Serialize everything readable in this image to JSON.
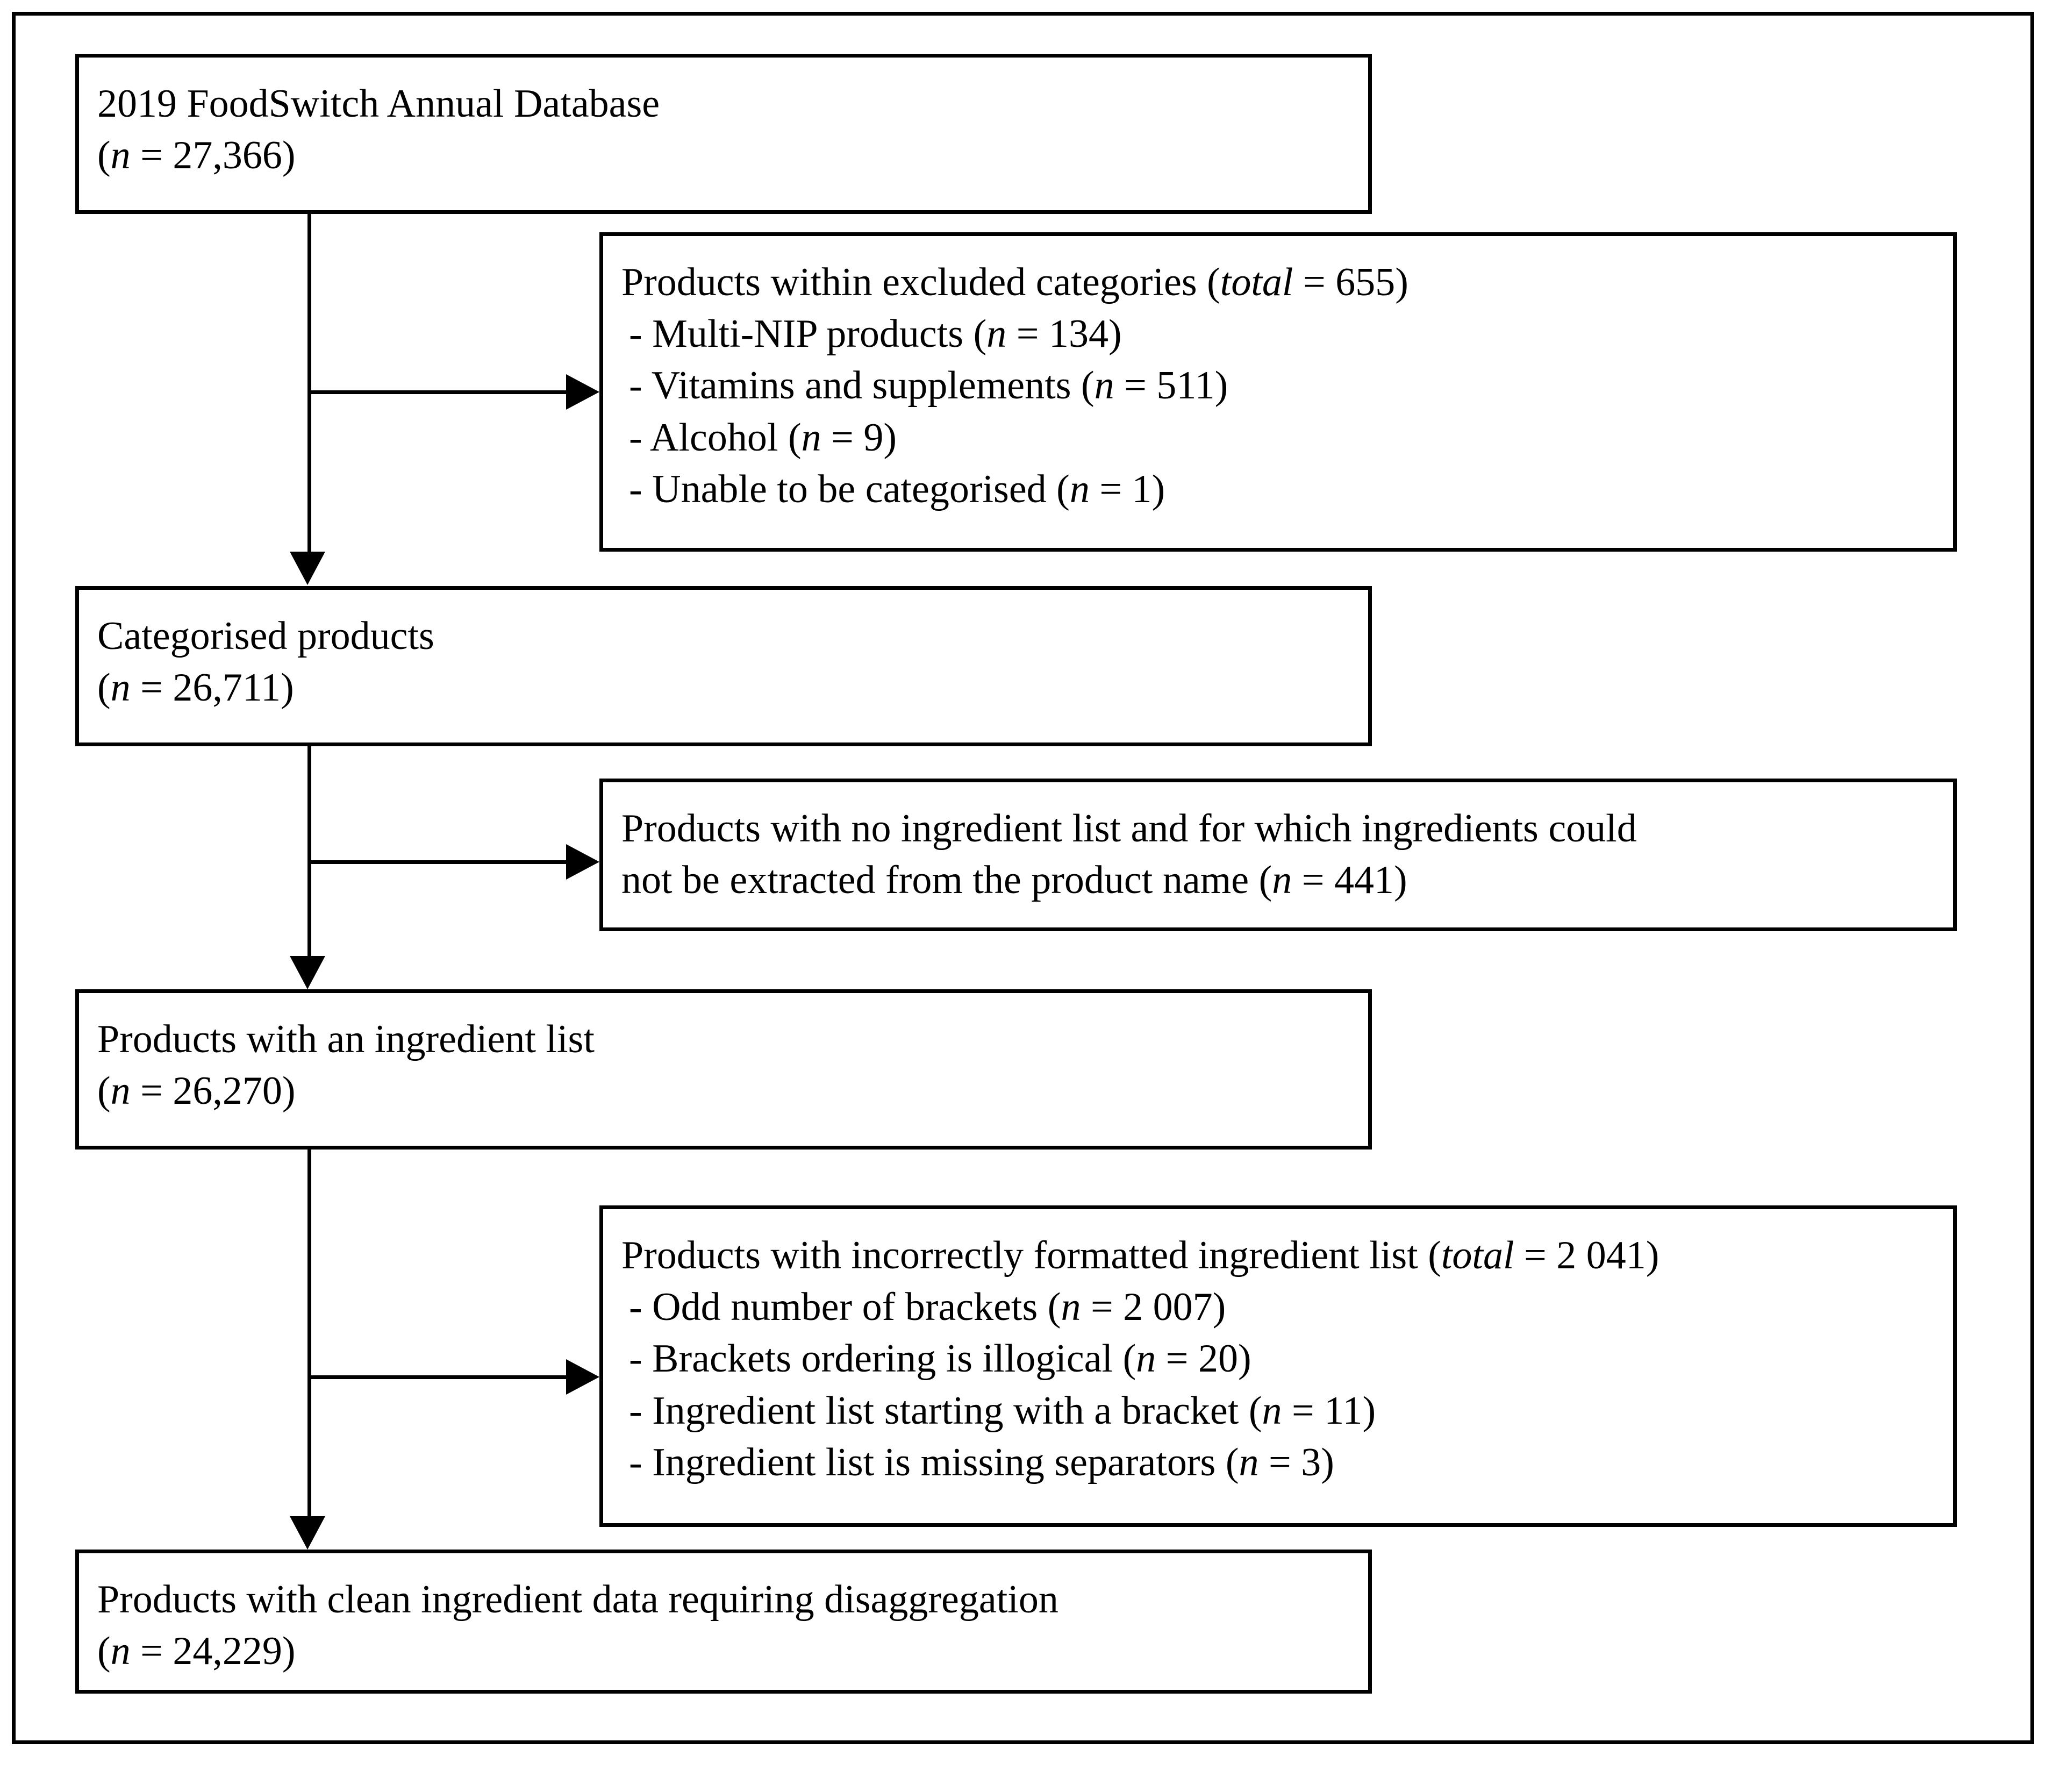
{
  "diagram": {
    "type": "flowchart",
    "orientation": "top-to-bottom",
    "title_visible": false,
    "colors": {
      "stroke": "#000000",
      "fill": "#ffffff",
      "text": "#000000"
    },
    "nodes": {
      "source_database": {
        "line1": "2019 FoodSwitch Annual Database",
        "line2_prefix": "(",
        "line2_var": "n",
        "line2_value": " = 27,366)",
        "n": 27366
      },
      "excluded_categories": {
        "header_prefix": "Products within excluded categories (",
        "header_var": "total",
        "header_value": " = 655)",
        "total": 655,
        "items": [
          {
            "prefix": "- Multi-NIP products (",
            "var": "n",
            "value": " = 134)",
            "n": 134
          },
          {
            "prefix": "- Vitamins and supplements (",
            "var": "n",
            "value": " = 511)",
            "n": 511
          },
          {
            "prefix": "- Alcohol (",
            "var": "n",
            "value": " = 9)",
            "n": 9
          },
          {
            "prefix": "- Unable to be categorised (",
            "var": "n",
            "value": " = 1)",
            "n": 1
          }
        ]
      },
      "categorised_products": {
        "line1": "Categorised products",
        "line2_prefix": "(",
        "line2_var": "n",
        "line2_value": " = 26,711)",
        "n": 26711
      },
      "no_ingredient_list": {
        "line1": "Products with no ingredient list and for which ingredients could",
        "line2_prefix": "not be extracted from the product name (",
        "line2_var": "n",
        "line2_value": " = 441)",
        "n": 441
      },
      "products_with_list": {
        "line1": "Products with an ingredient list",
        "line2_prefix": "(",
        "line2_var": "n",
        "line2_value": " = 26,270)",
        "n": 26270
      },
      "incorrectly_formatted": {
        "header_prefix": "Products with incorrectly formatted ingredient list (",
        "header_var": "total",
        "header_value": " = 2 041)",
        "total": 2041,
        "items": [
          {
            "prefix": "- Odd number of brackets (",
            "var": "n",
            "value": " = 2 007)",
            "n": 2007
          },
          {
            "prefix": "- Brackets ordering is illogical (",
            "var": "n",
            "value": " = 20)",
            "n": 20
          },
          {
            "prefix": "- Ingredient list starting with a bracket (",
            "var": "n",
            "value": " = 11)",
            "n": 11
          },
          {
            "prefix": "- Ingredient list is missing separators (",
            "var": "n",
            "value": " = 3)",
            "n": 3
          }
        ]
      },
      "clean_data": {
        "line1": "Products with clean ingredient data requiring disaggregation",
        "line2_prefix": "(",
        "line2_var": "n",
        "line2_value": " = 24,229)",
        "n": 24229
      }
    }
  }
}
